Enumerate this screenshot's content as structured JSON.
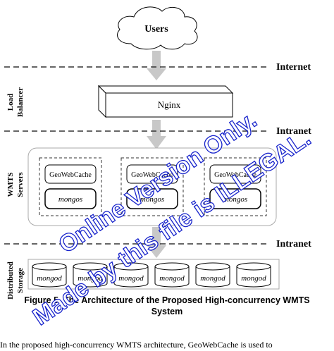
{
  "nodes": {
    "users": "Users",
    "nginx": "Nginx",
    "geowebcache": "GeoWebCache",
    "mongos": "mongos",
    "mongod": "mongod"
  },
  "network": {
    "internet": "Internet",
    "intranet": "Intranet"
  },
  "tiers": {
    "load_balancer_1": "Load",
    "load_balancer_2": "Balancer",
    "wmts_1": "WMTS",
    "wmts_2": "Servers",
    "storage_1": "Distributed",
    "storage_2": "Storage"
  },
  "caption": {
    "line1": "Figure 5. The Architecture of the Proposed High-concurrency WMTS",
    "line2": "System"
  },
  "watermark": {
    "line1": "Online Version Only.",
    "line2": "Made by this file is ILLEGAL."
  },
  "footer_text": "In the proposed high-concurrency WMTS architecture, GeoWebCache is used to",
  "colors": {
    "arrow": "#c8c8c8",
    "dashed": "#333333",
    "watermark": "#0a17c9",
    "panel_border": "#aaaaaa"
  }
}
